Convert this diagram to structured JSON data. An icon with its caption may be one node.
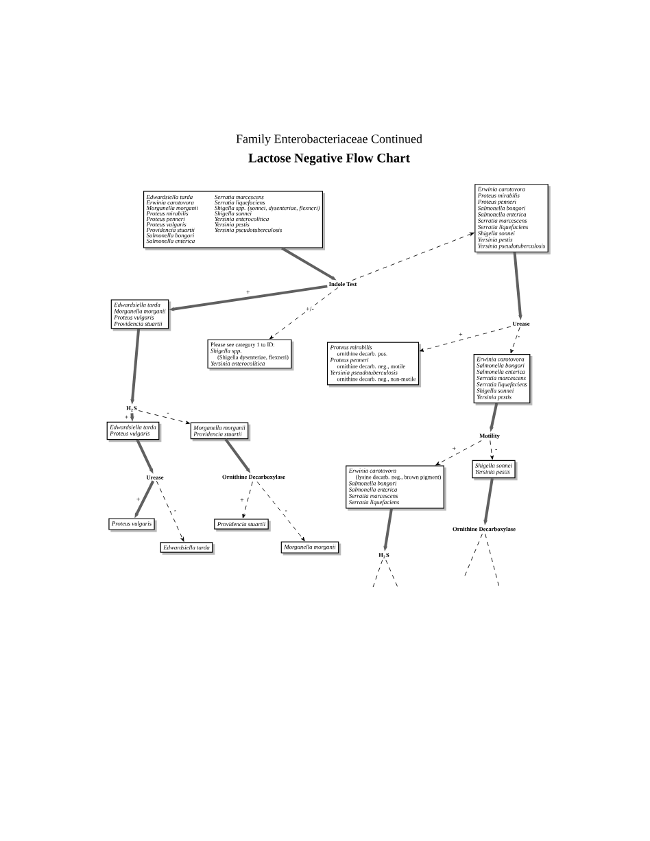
{
  "diagram": {
    "title": "Family Enterobacteriaceae Continued",
    "nodes": [
      {
        "text": [
          "Edwardsiella tarda",
          "Erwinia carotovora",
          "Morganella morganii",
          "Proteus mirabilis",
          "Proteus penneri",
          "Proteus vulgaris",
          "Providencia stuartii",
          "Salmonella bongori",
          "Salmonella enterica",
          "Serratia marcescens",
          "Serratia liquefaciens",
          "Shigella spp. (sonnei, dysenteriae, flexneri)",
          "Shigella sonnei",
          "Yersinia enterocolitica",
          "Yersinia pestis",
          "Yersinia pseudotuberculosis"
        ]
      },
      {
        "text": [
          "Erwinia carotovora",
          "Proteus mirabilis",
          "Proteus penneri",
          "Salmonella bongori",
          "Salmonella enterica",
          "Serratia marcescens",
          "Serratia liquefaciens",
          "Shigella sonnei",
          "Yersinia pestis",
          "Yersinia pseudotuberculosis"
        ]
      },
      {
        "text": [
          "Indole Test"
        ]
      },
      {
        "text": [
          "Edwardsiella tarda",
          "Morganella morganii",
          "Proteus vulgaris",
          "Providencia stuartii"
        ]
      },
      {
        "text": [
          "Please see category 1 to ID:",
          "Shigella spp.",
          "(Shigella dysenteriae, flexneri)",
          "Yersinia enterocolitica"
        ]
      },
      {
        "text": [
          "Urease"
        ]
      },
      {
        "text": [
          "Proteus mirabilis",
          "ornithine decarb. pos.",
          "Proteus penneri",
          "ornithine decarb. neg., motile",
          "Yersinia pseudotuberculosis",
          "ornithine decarb. neg., non-motile"
        ]
      },
      {
        "text": [
          "Erwinia carotovora",
          "Salmonella bongori",
          "Salmonella enterica",
          "Serratia marcescens",
          "Serratia liquefaciens",
          "Shigella sonnei",
          "Yersinia pestis"
        ]
      },
      {
        "text": [
          "Motility"
        ]
      },
      {
        "text": [
          "Erwinia carotovora",
          "(lysine decarb. neg., brown pigment)",
          "Salmonella bongori",
          "Salmonella enterica",
          "Serratia marcescens",
          "Serratia liquefaciens"
        ]
      },
      {
        "text": [
          "Shigella sonnei",
          "Yersinia pestis"
        ]
      },
      {
        "text": [
          "H$_{2}$S"
        ]
      },
      {
        "text": [
          "Ornithine Decarboxylase"
        ]
      },
      {
        "text": [
          "H$_{2}$S"
        ]
      },
      {
        "text": [
          "Edwardsiella tarda",
          "Proteus vulgaris"
        ]
      },
      {
        "text": [
          "Morganella morganii",
          "Providencia stuartii"
        ]
      },
      {
        "text": [
          "Urease"
        ]
      },
      {
        "text": [
          "Ornithine Decarboxylase"
        ]
      },
      {
        "text": [
          "Proteus vulgaris"
        ]
      },
      {
        "text": [
          "Edwardsiella tarda"
        ]
      },
      {
        "text": [
          "Providencia stuartii"
        ]
      },
      {
        "text": [
          "Morganella morganii"
        ]
      }
    ],
    "edges": [
      {
        "from": 0,
        "to": 2,
        "arrow": "to",
        "style": "thick",
        "color": "#606060"
      },
      {
        "from": 2,
        "to": 3,
        "arrow": "to",
        "style": "thick",
        "color": "#606060",
        "label": "+"
      },
      {
        "from": 2,
        "to": 1,
        "arrow": "to",
        "style": "dashed"
      },
      {
        "from": 2,
        "to": 4,
        "arrow": "to",
        "style": "dashed",
        "label": "+/-"
      },
      {
        "from": 1,
        "to": 5,
        "arrow": "to",
        "style": "thick",
        "color": "#606060"
      },
      {
        "from": 5,
        "to": 6,
        "arrow": "to",
        "style": "dashed",
        "label": "+"
      },
      {
        "from": 5,
        "to": 7,
        "arrow": "to",
        "style": "dashed",
        "label": "-"
      },
      {
        "from": 7,
        "to": 8,
        "arrow": "to",
        "style": "thick",
        "color": "#606060"
      },
      {
        "from": 8,
        "to": 9,
        "arrow": "to",
        "style": "dashed",
        "label": "+"
      },
      {
        "from": 8,
        "to": 10,
        "arrow": "to",
        "style": "dashed",
        "label": "-"
      },
      {
        "from": 9,
        "to": 11,
        "arrow": "to",
        "style": "thick",
        "color": "#606060"
      },
      {
        "from": 10,
        "to": 12,
        "arrow": "to",
        "style": "thick",
        "color": "#606060"
      },
      {
        "from": 11,
        "to": null,
        "arrow": "none",
        "style": "dashed"
      },
      {
        "from": 11,
        "to": null,
        "arrow": "none",
        "style": "dashed"
      },
      {
        "from": 12,
        "to": null,
        "arrow": "none",
        "style": "dashed"
      },
      {
        "from": 12,
        "to": null,
        "arrow": "none",
        "style": "dashed"
      },
      {
        "from": 3,
        "to": 13,
        "arrow": "to",
        "style": "thick",
        "color": "#606060"
      },
      {
        "from": 13,
        "to": 14,
        "arrow": "to",
        "style": "thick",
        "color": "#606060",
        "label": "+"
      },
      {
        "from": 13,
        "to": 15,
        "arrow": "to",
        "style": "dashed",
        "label": "-"
      },
      {
        "from": 14,
        "to": 16,
        "arrow": "to",
        "style": "thick",
        "color": "#606060"
      },
      {
        "from": 15,
        "to": 17,
        "arrow": "to",
        "style": "thick",
        "color": "#606060"
      },
      {
        "from": 16,
        "to": 18,
        "arrow": "to",
        "style": "thick",
        "color": "#606060",
        "label": "+"
      },
      {
        "from": 16,
        "to": 19,
        "arrow": "to",
        "style": "dashed",
        "label": "-"
      },
      {
        "from": 17,
        "to": 20,
        "arrow": "to",
        "style": "dashed",
        "label": "+"
      },
      {
        "from": 17,
        "to": 21,
        "arrow": "to",
        "style": "dashed",
        "label": "-"
      }
    ],
    "labels": [
      "Lactose Negative Flow Chart"
    ]
  }
}
